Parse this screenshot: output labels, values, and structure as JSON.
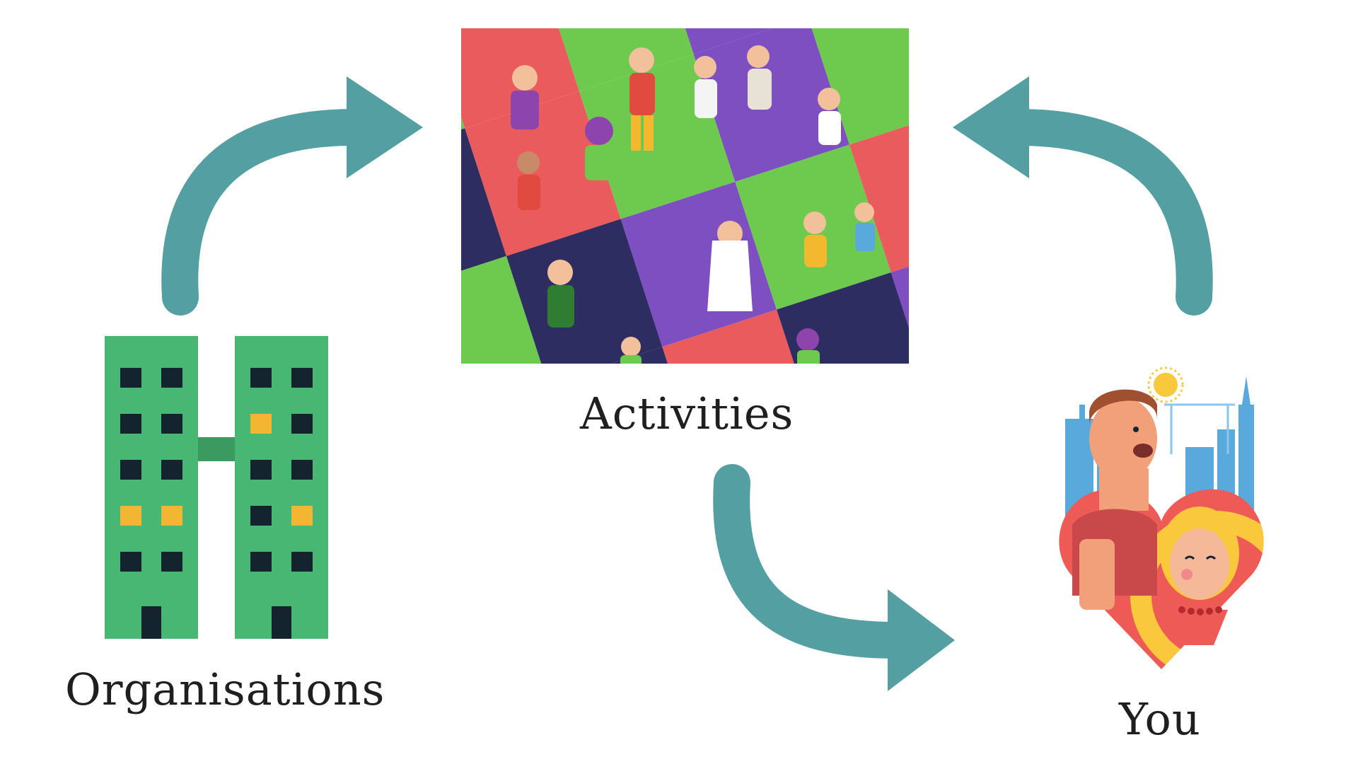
{
  "diagram": {
    "nodes": {
      "activities": {
        "label": "Activities"
      },
      "organisations": {
        "label": "Organisations"
      },
      "you": {
        "label": "You"
      }
    },
    "edges": [
      {
        "from": "organisations",
        "to": "activities"
      },
      {
        "from": "you",
        "to": "activities"
      },
      {
        "from": "activities",
        "to": "you"
      }
    ]
  },
  "colors": {
    "arrow": "#549fa2",
    "building_green": "#47b773",
    "window_dark": "#13242f",
    "window_lit": "#f2b632",
    "heart_red": "#ee5a55",
    "hair_yellow": "#f9c83d",
    "sky_blue": "#5aa9dd"
  },
  "icons": {
    "activities": "illustrated-people-collage-image",
    "organisations": "office-buildings-icon",
    "you": "couple-heart-city-icon"
  }
}
